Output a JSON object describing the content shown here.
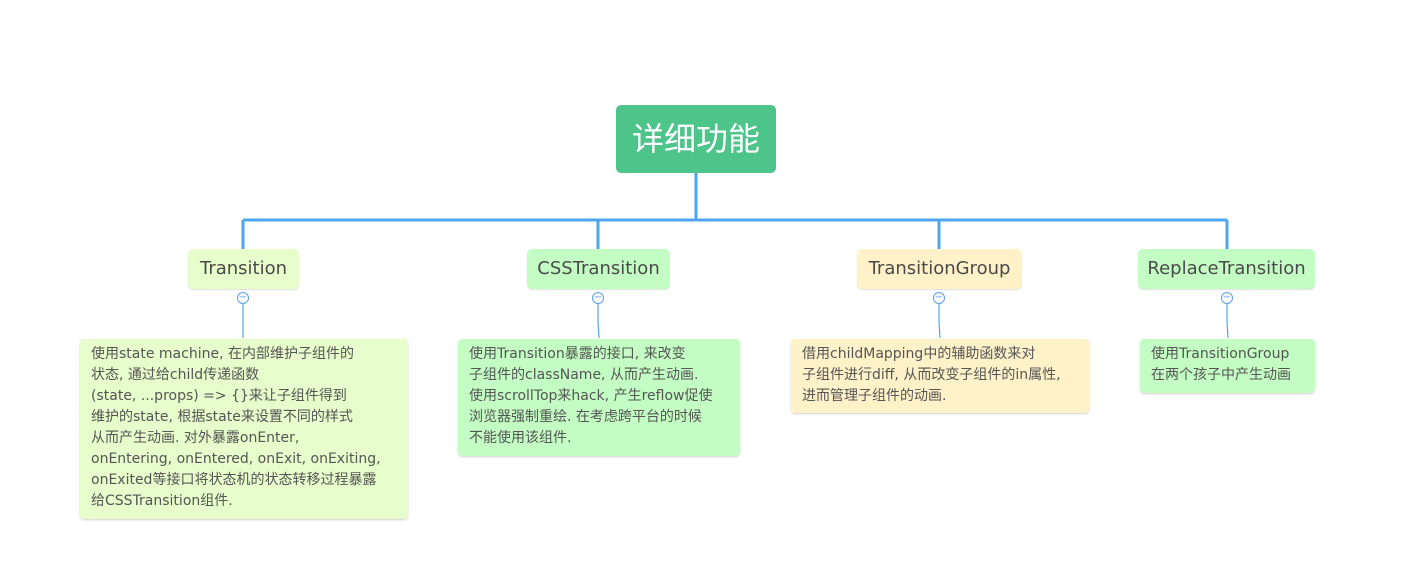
{
  "root": {
    "label": "详细功能",
    "color": "#4cc48a"
  },
  "branches": [
    {
      "label": "Transition",
      "color": "#e7fdcb",
      "note_lines": [
        "使用state machine, 在内部维护子组件的",
        "状态, 通过给child传递函数",
        "(state, ...props) => {}来让子组件得到",
        "维护的state, 根据state来设置不同的样式",
        "从而产生动画. 对外暴露onEnter,",
        "onEntering, onEntered, onExit, onExiting,",
        "onExited等接口将状态机的状态转移过程暴露",
        "给CSSTransition组件."
      ]
    },
    {
      "label": "CSSTransition",
      "color": "#c3fdc3",
      "note_lines": [
        "使用Transition暴露的接口, 来改变",
        "子组件的className, 从而产生动画.",
        "使用scrollTop来hack, 产生reflow促使",
        "浏览器强制重绘. 在考虑跨平台的时候",
        "不能使用该组件."
      ]
    },
    {
      "label": "TransitionGroup",
      "color": "#fff1c8",
      "note_lines": [
        "借用childMapping中的辅助函数来对",
        "子组件进行diff, 从而改变子组件的in属性,",
        "进而管理子组件的动画."
      ]
    },
    {
      "label": "ReplaceTransition",
      "color": "#c3fdc3",
      "note_lines": [
        "使用TransitionGroup",
        "在两个孩子中产生动画"
      ]
    }
  ],
  "connector_color": "#4da6f0",
  "collapse_symbol": "−"
}
